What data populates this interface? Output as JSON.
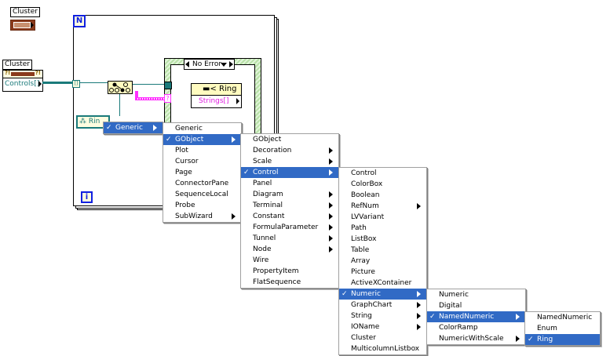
{
  "diagram": {
    "cluster_constant_label": "Cluster",
    "cluster_control_label": "Cluster",
    "cluster_control_element": "Controls[]",
    "loop_count_terminal": "N",
    "loop_iteration_terminal": "i",
    "tunnel_glyph": "[]",
    "case_selector_value": "No Error",
    "property_node_class": "Ring",
    "property_node_property": "Strings[]",
    "ring_reference_label": "Rin",
    "unknown_terminal": "?",
    "wire_colors": {
      "cluster": "#1a7a7a",
      "variant": "#ff30ff"
    },
    "frame_colors": {
      "loop_terminal": "#1020e0",
      "case_hatch": "#b8e0a8"
    }
  },
  "menus": {
    "level1": {
      "items": [
        {
          "label": "Generic",
          "checked": true,
          "selected": true,
          "submenu": true
        }
      ]
    },
    "level2": {
      "items": [
        {
          "label": "Generic",
          "checked": false,
          "selected": false,
          "submenu": false
        },
        {
          "label": "GObject",
          "checked": true,
          "selected": true,
          "submenu": true
        },
        {
          "label": "Plot",
          "checked": false,
          "selected": false,
          "submenu": false
        },
        {
          "label": "Cursor",
          "checked": false,
          "selected": false,
          "submenu": false
        },
        {
          "label": "Page",
          "checked": false,
          "selected": false,
          "submenu": false
        },
        {
          "label": "ConnectorPane",
          "checked": false,
          "selected": false,
          "submenu": false
        },
        {
          "label": "SequenceLocal",
          "checked": false,
          "selected": false,
          "submenu": false
        },
        {
          "label": "Probe",
          "checked": false,
          "selected": false,
          "submenu": false
        },
        {
          "label": "SubWizard",
          "checked": false,
          "selected": false,
          "submenu": true
        }
      ]
    },
    "level3": {
      "items": [
        {
          "label": "GObject",
          "checked": false,
          "selected": false,
          "submenu": false
        },
        {
          "label": "Decoration",
          "checked": false,
          "selected": false,
          "submenu": true
        },
        {
          "label": "Scale",
          "checked": false,
          "selected": false,
          "submenu": true
        },
        {
          "label": "Control",
          "checked": true,
          "selected": true,
          "submenu": true
        },
        {
          "label": "Panel",
          "checked": false,
          "selected": false,
          "submenu": false
        },
        {
          "label": "Diagram",
          "checked": false,
          "selected": false,
          "submenu": true
        },
        {
          "label": "Terminal",
          "checked": false,
          "selected": false,
          "submenu": true
        },
        {
          "label": "Constant",
          "checked": false,
          "selected": false,
          "submenu": true
        },
        {
          "label": "FormulaParameter",
          "checked": false,
          "selected": false,
          "submenu": true
        },
        {
          "label": "Tunnel",
          "checked": false,
          "selected": false,
          "submenu": true
        },
        {
          "label": "Node",
          "checked": false,
          "selected": false,
          "submenu": true
        },
        {
          "label": "Wire",
          "checked": false,
          "selected": false,
          "submenu": false
        },
        {
          "label": "PropertyItem",
          "checked": false,
          "selected": false,
          "submenu": false
        },
        {
          "label": "FlatSequence",
          "checked": false,
          "selected": false,
          "submenu": false
        }
      ]
    },
    "level4": {
      "items": [
        {
          "label": "Control",
          "checked": false,
          "selected": false,
          "submenu": false
        },
        {
          "label": "ColorBox",
          "checked": false,
          "selected": false,
          "submenu": false
        },
        {
          "label": "Boolean",
          "checked": false,
          "selected": false,
          "submenu": false
        },
        {
          "label": "RefNum",
          "checked": false,
          "selected": false,
          "submenu": true
        },
        {
          "label": "LVVariant",
          "checked": false,
          "selected": false,
          "submenu": false
        },
        {
          "label": "Path",
          "checked": false,
          "selected": false,
          "submenu": false
        },
        {
          "label": "ListBox",
          "checked": false,
          "selected": false,
          "submenu": false
        },
        {
          "label": "Table",
          "checked": false,
          "selected": false,
          "submenu": false
        },
        {
          "label": "Array",
          "checked": false,
          "selected": false,
          "submenu": false
        },
        {
          "label": "Picture",
          "checked": false,
          "selected": false,
          "submenu": false
        },
        {
          "label": "ActiveXContainer",
          "checked": false,
          "selected": false,
          "submenu": false
        },
        {
          "label": "Numeric",
          "checked": true,
          "selected": true,
          "submenu": true
        },
        {
          "label": "GraphChart",
          "checked": false,
          "selected": false,
          "submenu": true
        },
        {
          "label": "String",
          "checked": false,
          "selected": false,
          "submenu": true
        },
        {
          "label": "IOName",
          "checked": false,
          "selected": false,
          "submenu": true
        },
        {
          "label": "Cluster",
          "checked": false,
          "selected": false,
          "submenu": false
        },
        {
          "label": "MulticolumnListbox",
          "checked": false,
          "selected": false,
          "submenu": false
        }
      ]
    },
    "level5": {
      "items": [
        {
          "label": "Numeric",
          "checked": false,
          "selected": false,
          "submenu": false
        },
        {
          "label": "Digital",
          "checked": false,
          "selected": false,
          "submenu": false
        },
        {
          "label": "NamedNumeric",
          "checked": true,
          "selected": true,
          "submenu": true
        },
        {
          "label": "ColorRamp",
          "checked": false,
          "selected": false,
          "submenu": false
        },
        {
          "label": "NumericWithScale",
          "checked": false,
          "selected": false,
          "submenu": true
        }
      ]
    },
    "level6": {
      "items": [
        {
          "label": "NamedNumeric",
          "checked": false,
          "selected": false,
          "submenu": false
        },
        {
          "label": "Enum",
          "checked": false,
          "selected": false,
          "submenu": false
        },
        {
          "label": "Ring",
          "checked": true,
          "selected": true,
          "submenu": false
        }
      ]
    },
    "check_glyph": "✓",
    "highlight_color": "#316ac5"
  }
}
